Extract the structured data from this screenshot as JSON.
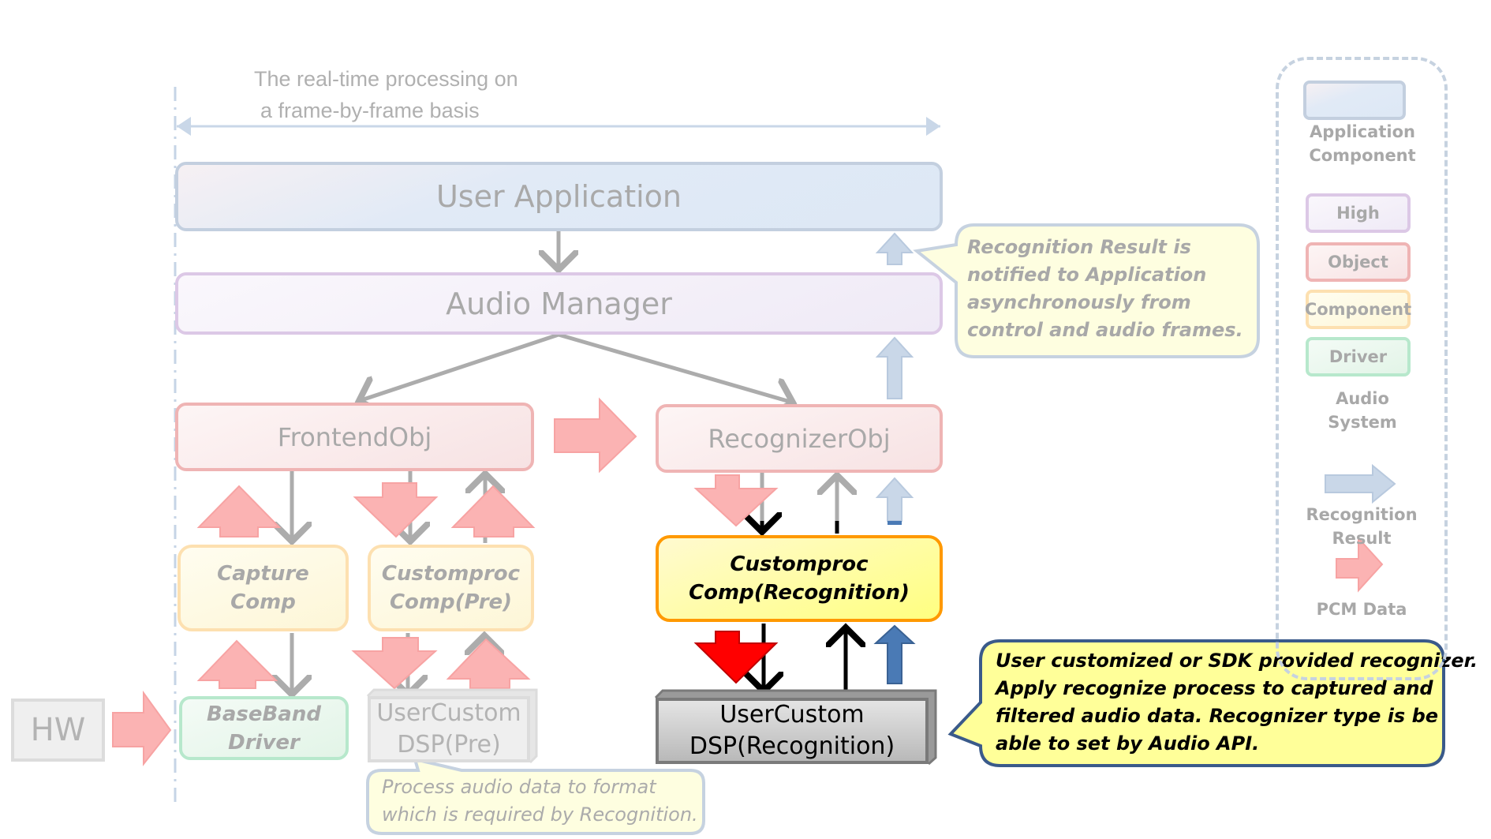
{
  "header": {
    "title_line1": "The real-time processing on",
    "title_line2": "a frame-by-frame basis"
  },
  "blocks": {
    "user_application": "User Application",
    "audio_manager": "Audio Manager",
    "frontend_obj": "FrontendObj",
    "recognizer_obj": "RecognizerObj",
    "capture_comp": [
      "Capture",
      "Comp"
    ],
    "customproc_pre": [
      "Customproc",
      "Comp(Pre)"
    ],
    "customproc_recognition": [
      "Customproc",
      "Comp(Recognition)"
    ],
    "baseband_driver": [
      "BaseBand",
      "Driver"
    ],
    "usercustom_dsp_pre": [
      "UserCustom",
      "DSP(Pre)"
    ],
    "usercustom_dsp_recognition": [
      "UserCustom",
      "DSP(Recognition)"
    ],
    "hw": "HW"
  },
  "callouts": {
    "recognition_result": [
      "Recognition Result is",
      "notified to Application",
      "asynchronously from",
      "control and audio frames."
    ],
    "recognizer": [
      "User customized or SDK provided recognizer.",
      "Apply recognize process to captured and",
      "filtered audio data. Recognizer type is be",
      "able to set by Audio API."
    ],
    "process_audio": [
      "Process audio data to format",
      "which is required by Recognition."
    ]
  },
  "legend": {
    "application_component": [
      "Application",
      "Component"
    ],
    "high": "High",
    "object": "Object",
    "component": "Component",
    "driver": "Driver",
    "audio_system": [
      "Audio",
      "System"
    ],
    "recognition_result": "Recognition Result",
    "pcm_data": "PCM Data"
  },
  "colors": {
    "pcm_faded": "#fbb3b3",
    "pcm_active": "#ff0000",
    "result_faded": "#c9d7e8",
    "result_active": "#4a7ab5",
    "control_arrow_faded": "#acacac",
    "control_arrow_active": "#000000",
    "highlight_border": "#ff9900",
    "callout_active_bg": "#ffff99",
    "callout_active_border": "#3a5a8a"
  }
}
